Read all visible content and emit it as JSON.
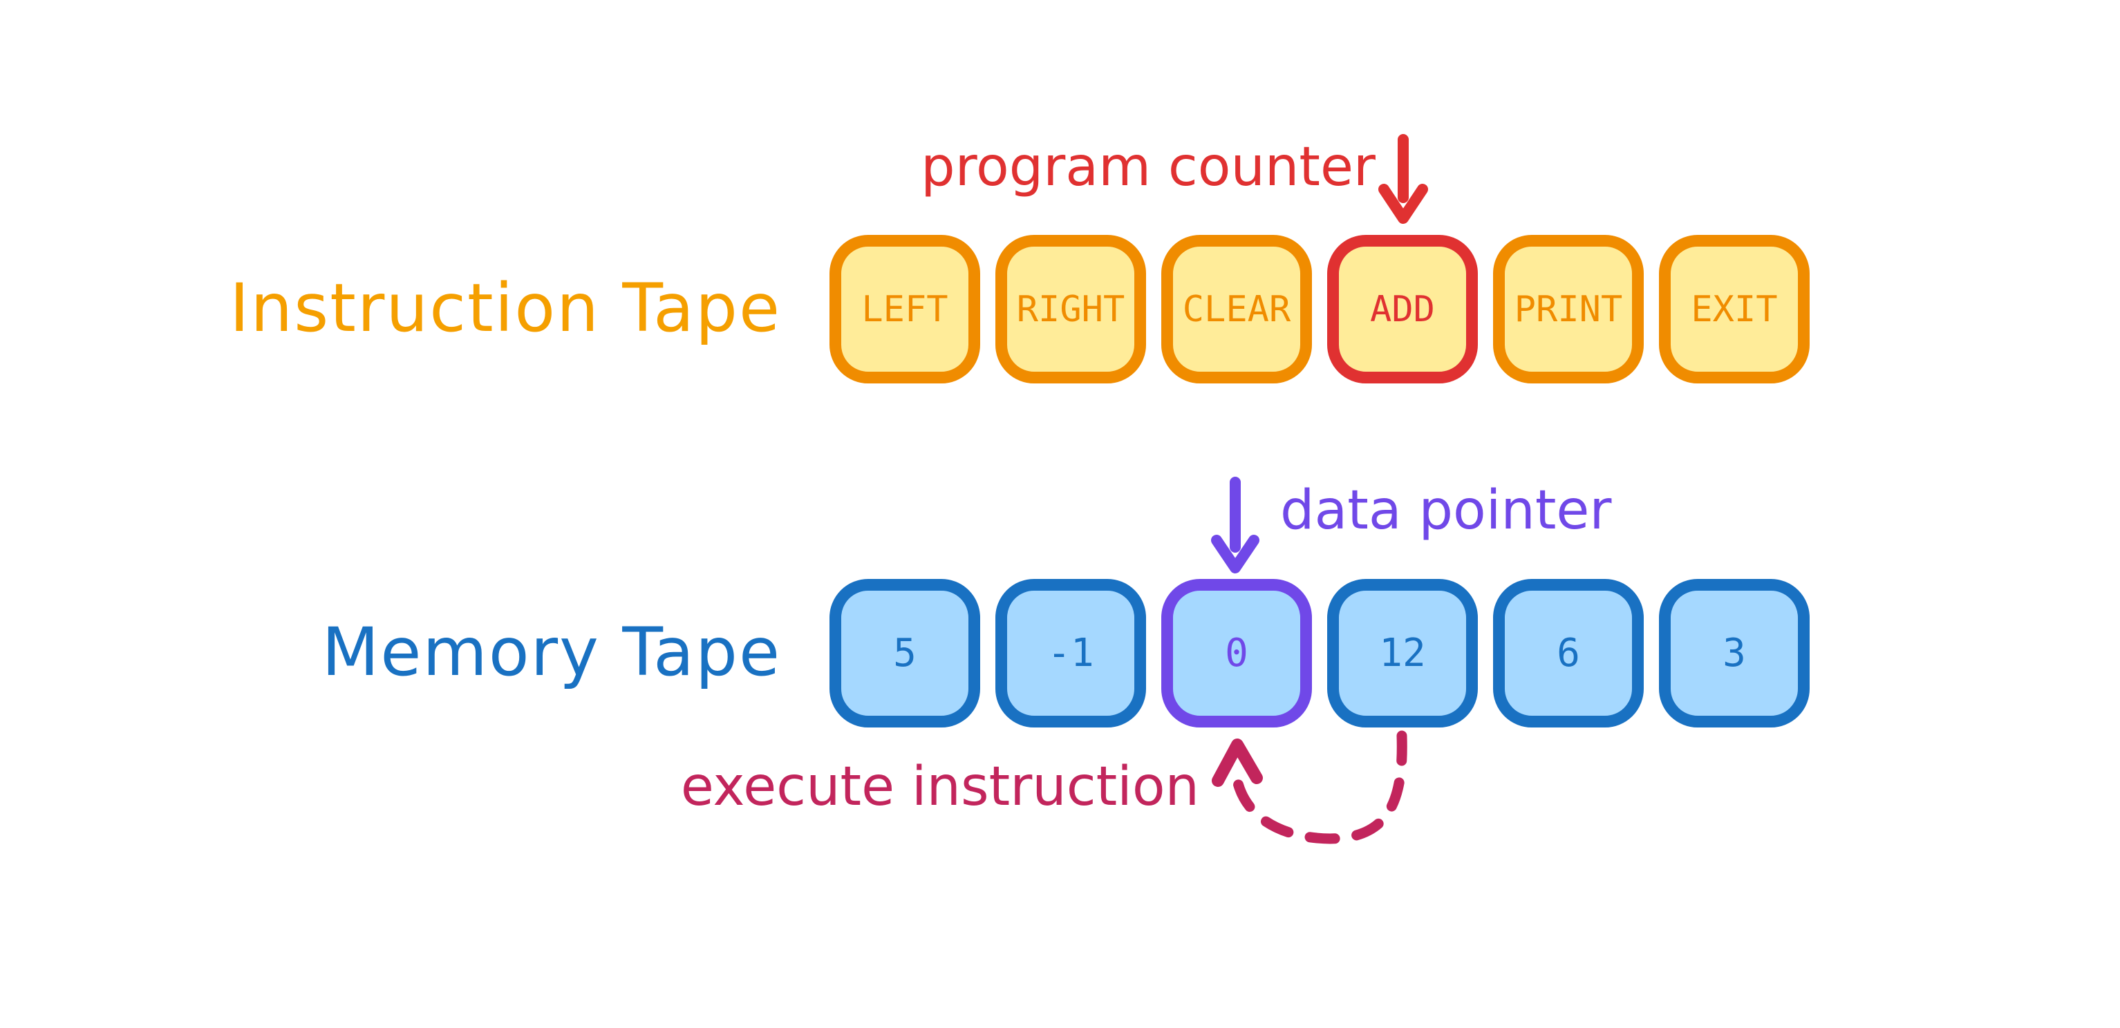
{
  "colors": {
    "background": "#ffffff",
    "orange_label": "#f59f00",
    "orange_border": "#f08c00",
    "yellow_fill": "#ffec99",
    "red_accent": "#e03131",
    "blue": "#1971c2",
    "blue_fill": "#a5d8ff",
    "purple_accent": "#7048e8",
    "pink_accent": "#c2255c"
  },
  "instruction_tape": {
    "label": "Instruction Tape",
    "cells": [
      "LEFT",
      "RIGHT",
      "CLEAR",
      "ADD",
      "PRINT",
      "EXIT"
    ],
    "active_cell": "ADD",
    "active_index": 3
  },
  "memory_tape": {
    "label": "Memory Tape",
    "cells": [
      "5",
      "-1",
      "0",
      "12",
      "6",
      "3"
    ],
    "active_cell": "0",
    "active_index": 2
  },
  "annotations": {
    "program_counter": {
      "label": "program counter",
      "color": "#e03131",
      "arrow": "down",
      "targets_cell": "ADD"
    },
    "data_pointer": {
      "label": "data pointer",
      "color": "#7048e8",
      "arrow": "down",
      "targets_cell": "0"
    },
    "execute_instruction": {
      "label": "execute instruction",
      "color": "#c2255c",
      "arrow": "dashed-curve-up",
      "from_cell": "12",
      "to_cell": "0"
    }
  }
}
